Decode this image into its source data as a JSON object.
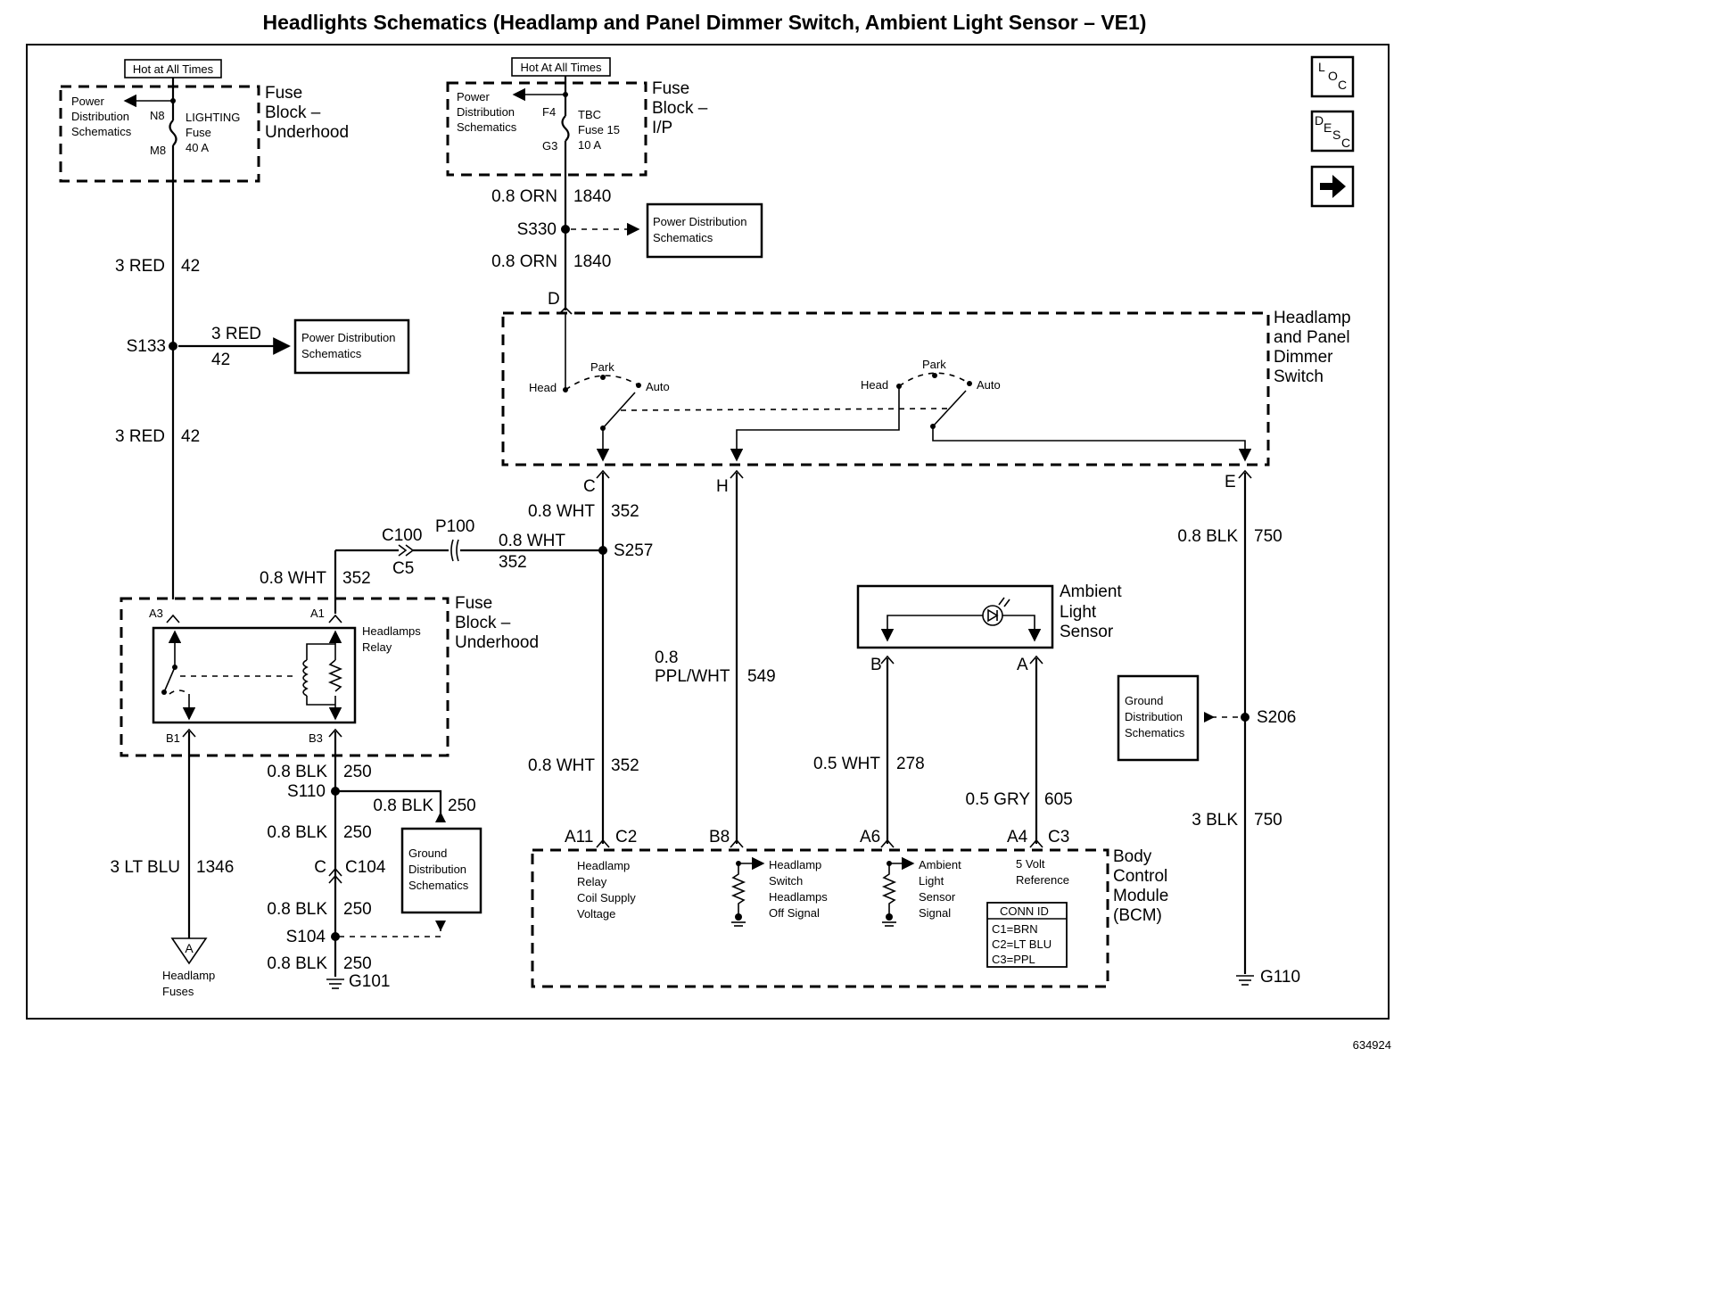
{
  "title": "Headlights Schematics (Headlamp and Panel Dimmer Switch, Ambient Light Sensor – VE1)",
  "figure_number": "634924",
  "nav_icons": {
    "loc": [
      "L",
      "O",
      "C"
    ],
    "desc": [
      "D",
      "E",
      "S",
      "C"
    ],
    "next": "arrow-right-icon"
  },
  "hot_labels": {
    "left": "Hot at All Times",
    "right": "Hot At All Times"
  },
  "fuse_underhood": {
    "title": [
      "Fuse",
      "Block –",
      "Underhood"
    ],
    "ref": [
      "Power",
      "Distribution",
      "Schematics"
    ],
    "pin_in": "N8",
    "pin_out": "M8",
    "fuse": [
      "LIGHTING",
      "Fuse",
      "40 A"
    ]
  },
  "fuse_ip": {
    "title": [
      "Fuse",
      "Block –",
      "I/P"
    ],
    "ref": [
      "Power",
      "Distribution",
      "Schematics"
    ],
    "pin_in": "F4",
    "pin_out": "G3",
    "fuse": [
      "TBC",
      "Fuse 15",
      "10 A"
    ]
  },
  "wires": {
    "orn_top": [
      "0.8 ORN",
      "1840"
    ],
    "s330": "S330",
    "orn_bottom": [
      "0.8 ORN",
      "1840"
    ],
    "red_top": [
      "3 RED",
      "42"
    ],
    "s133": "S133",
    "red_branch": [
      "3 RED",
      "42"
    ],
    "red_bottom": [
      "3 RED",
      "42"
    ],
    "wht_c": [
      "0.8 WHT",
      "352"
    ],
    "c100": "C100",
    "c5": "C5",
    "p100": "P100",
    "wht_mid": [
      "0.8 WHT",
      "352"
    ],
    "s257": "S257",
    "wht_relay": [
      "0.8 WHT",
      "352"
    ],
    "wht_low": [
      "0.8 WHT",
      "352"
    ],
    "ppl": [
      "0.8",
      "PPL/WHT",
      "549"
    ],
    "blk_e": [
      "0.8 BLK",
      "750"
    ],
    "s206": "S206",
    "blk_g": [
      "3 BLK",
      "750"
    ],
    "wht_278": [
      "0.5 WHT",
      "278"
    ],
    "gry_605": [
      "0.5 GRY",
      "605"
    ],
    "blk_250_a": [
      "0.8 BLK",
      "250"
    ],
    "s110": "S110",
    "blk_250_branch": [
      "0.8 BLK",
      "250"
    ],
    "blk_250_b": [
      "0.8 BLK",
      "250"
    ],
    "c104": [
      "C",
      "C104"
    ],
    "blk_250_c": [
      "0.8 BLK",
      "250"
    ],
    "s104": "S104",
    "blk_250_d": [
      "0.8 BLK",
      "250"
    ],
    "g101": "G101",
    "g110": "G110",
    "ltblu": [
      "3 LT BLU",
      "1346"
    ]
  },
  "ref_boxes": {
    "pd_s330": [
      "Power Distribution",
      "Schematics"
    ],
    "pd_s133": [
      "Power Distribution",
      "Schematics"
    ],
    "gd_s206": [
      "Ground",
      "Distribution",
      "Schematics"
    ],
    "gd_s110": [
      "Ground",
      "Distribution",
      "Schematics"
    ]
  },
  "switch": {
    "title": [
      "Headlamp",
      "and Panel",
      "Dimmer",
      "Switch"
    ],
    "head": "Head",
    "park": "Park",
    "auto": "Auto",
    "pins": {
      "d": "D",
      "c": "C",
      "h": "H",
      "e": "E"
    }
  },
  "relay_block": {
    "title": [
      "Fuse",
      "Block –",
      "Underhood"
    ],
    "relay": [
      "Headlamps",
      "Relay"
    ],
    "pins": {
      "a3": "A3",
      "a1": "A1",
      "b1": "B1",
      "b3": "B3"
    }
  },
  "sensor": {
    "title": [
      "Ambient",
      "Light",
      "Sensor"
    ],
    "pins": {
      "b": "B",
      "a": "A"
    }
  },
  "bcm": {
    "title": [
      "Body",
      "Control",
      "Module",
      "(BCM)"
    ],
    "pins": {
      "a11": "A11",
      "c2": "C2",
      "b8": "B8",
      "a6": "A6",
      "a4": "A4",
      "c3": "C3"
    },
    "sig_relay": [
      "Headlamp",
      "Relay",
      "Coil Supply",
      "Voltage"
    ],
    "sig_switch": [
      "Headlamp",
      "Switch",
      "Headlamps",
      "Off Signal"
    ],
    "sig_sensor": [
      "Ambient",
      "Light",
      "Sensor",
      "Signal"
    ],
    "sig_ref": [
      "5 Volt",
      "Reference"
    ],
    "conn_title": "CONN ID",
    "conn": [
      "C1=BRN",
      "C2=LT BLU",
      "C3=PPL"
    ]
  },
  "headlamp_fuses": {
    "letter": "A",
    "label": [
      "Headlamp",
      "Fuses"
    ]
  }
}
